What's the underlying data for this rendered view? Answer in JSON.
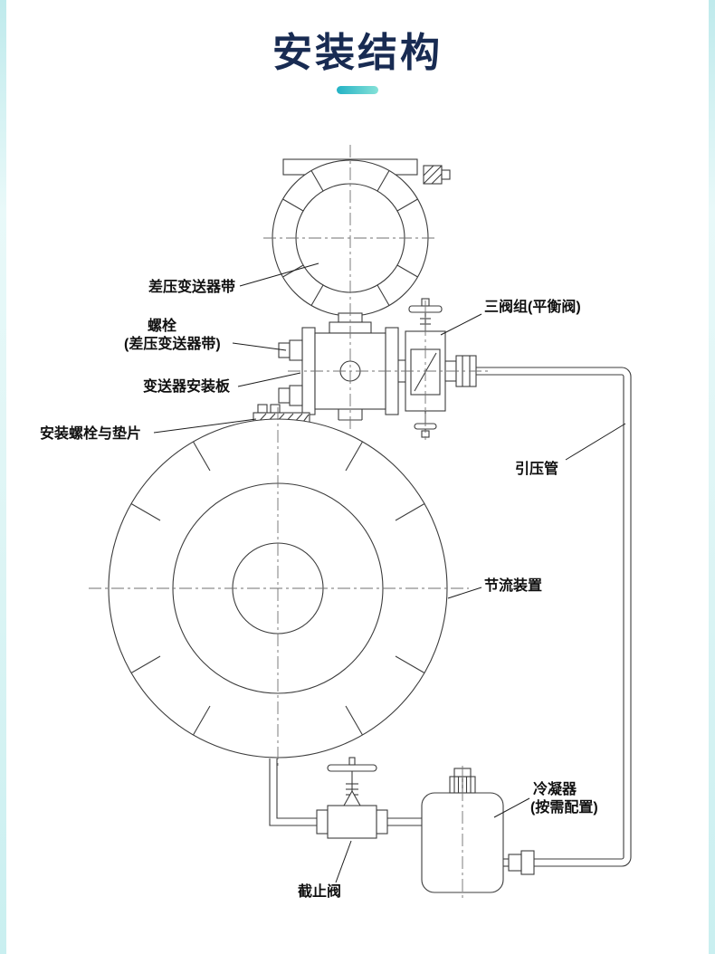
{
  "page": {
    "title": "安装结构",
    "accent_color": "#2fb9c6",
    "background": "#ffffff"
  },
  "diagram": {
    "line_color": "#3c3c3c",
    "labels": {
      "transmitter_band": "差压变送器带",
      "bolt_line1": "螺栓",
      "bolt_line2": "(差压变送器带)",
      "mounting_plate": "变送器安装板",
      "mounting_bolts_gasket": "安装螺栓与垫片",
      "three_valve_manifold": "三阀组(平衡阀)",
      "impulse_pipe": "引压管",
      "throttling_device": "节流装置",
      "condenser_line1": "冷凝器",
      "condenser_line2": "(按需配置)",
      "stop_valve": "截止阀"
    }
  }
}
